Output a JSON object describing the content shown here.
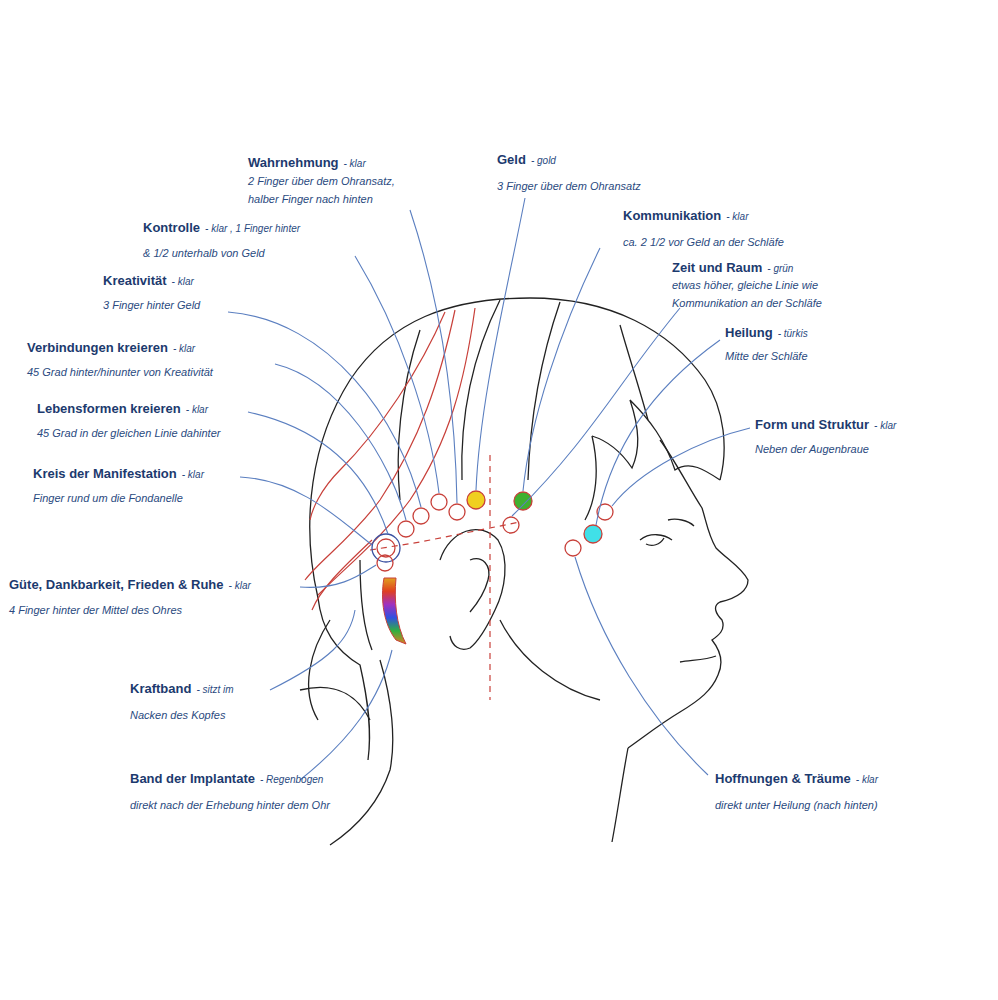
{
  "diagram": {
    "labels": [
      "Wahrnehmung",
      "- klar",
      "2 Finger über dem Ohransatz, halber Finger nach hinten",
      "Geld",
      "- gold",
      "3 Finger über dem Ohransatz",
      "Kontrolle",
      "- klar , 1 Finger hinter",
      "& 1/2 unterhalb von Geld",
      "Kommunikation",
      "- klar",
      "ca. 2 1/2 vor Geld an der Schläfe",
      "Kreativität",
      "- klar",
      "3 Finger hinter Geld",
      "Zeit und Raum",
      "- grün",
      "etwas höher, gleiche Linie wie Kommunikation an der Schläfe",
      "Heilung",
      "- türkis",
      "Mitte der Schläfe",
      "Verbindungen kreieren",
      "- klar",
      "45 Grad hinter/hinunter von Kreativität",
      "Lebensformen kreieren",
      "- klar",
      "45 Grad in der gleichen Linie dahinter",
      "Form und Struktur",
      "- klar",
      "Neben der Augenbraue",
      "Kreis der Manifestation",
      "- klar",
      "Finger rund um die Fondanelle",
      "Güte, Dankbarkeit, Frieden & Ruhe",
      "- klar",
      "4 Finger hinter der Mittel des Ohres",
      "Kraftband",
      "- sitzt im",
      "Nacken des Kopfes",
      "Band der Implantate",
      "- Regenbogen",
      "direkt nach der Erhebung hinter dem Ohr",
      "Hoffnungen & Träume",
      "- klar",
      "direkt unter Heilung (nach hinten)"
    ]
  }
}
